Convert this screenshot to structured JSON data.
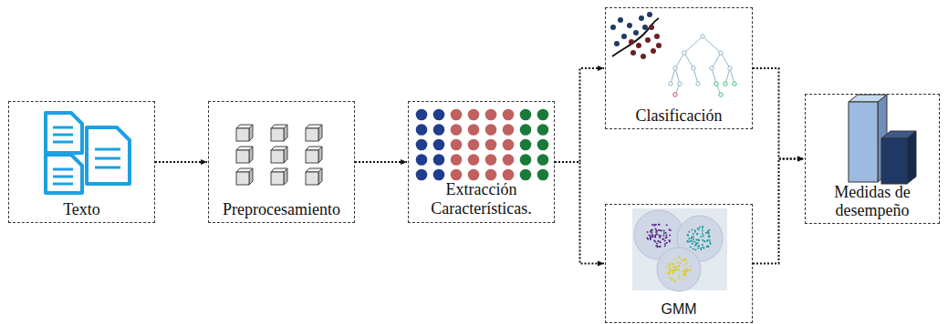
{
  "diagram": {
    "nodes": [
      {
        "text": [
          "Texto"
        ]
      },
      {
        "text": [
          "Preprocesamiento"
        ]
      },
      {
        "text": [
          "Extracción Características."
        ]
      },
      {
        "text": [
          "Clasificación"
        ]
      },
      {
        "text": [
          "GMM"
        ]
      },
      {
        "text": [
          "Medidas de desempeño"
        ]
      }
    ],
    "edges": [
      {
        "from": 0,
        "to": 1,
        "arrow": "to"
      },
      {
        "from": 1,
        "to": 2,
        "arrow": "to"
      },
      {
        "from": 2,
        "to": 3,
        "arrow": "to"
      },
      {
        "from": 2,
        "to": 4,
        "arrow": "to"
      },
      {
        "from": 3,
        "to": 5,
        "arrow": "to"
      },
      {
        "from": 4,
        "to": 5,
        "arrow": "to"
      }
    ]
  }
}
